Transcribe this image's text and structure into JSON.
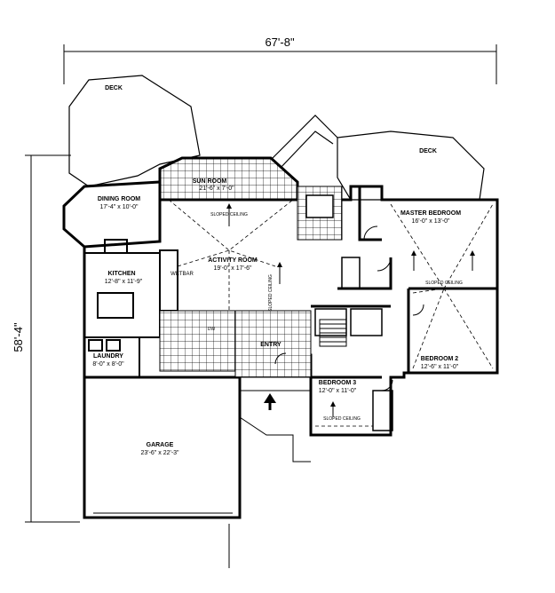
{
  "dimensions": {
    "width": "67'-8\"",
    "depth": "58'-4\""
  },
  "rooms": [
    {
      "name": "DECK",
      "size": ""
    },
    {
      "name": "DECK",
      "size": ""
    },
    {
      "name": "SUN ROOM",
      "size": "21'-6\" x 7'-0\""
    },
    {
      "name": "DINING ROOM",
      "size": "17'-4\" x 10'-0\""
    },
    {
      "name": "ACTIVITY ROOM",
      "size": "19'-0\" x 17'-6\""
    },
    {
      "name": "KITCHEN",
      "size": "12'-8\" x 11'-9\""
    },
    {
      "name": "MASTER BEDROOM",
      "size": "16'-0\" x 13'-0\""
    },
    {
      "name": "BEDROOM 2",
      "size": "12'-6\" x 11'-0\""
    },
    {
      "name": "BEDROOM 3",
      "size": "12'-0\" x 11'-0\""
    },
    {
      "name": "LAUNDRY",
      "size": "8'-0\" x 8'-0\""
    },
    {
      "name": "GARAGE",
      "size": "23'-6\" x 22'-3\""
    },
    {
      "name": "ENTRY",
      "size": ""
    }
  ],
  "annotations": {
    "sloped_ceiling_sun": "SLOPED CEILING",
    "sloped_ceiling_activity": "SLOPED CEILING",
    "sloped_ceiling_master": "SLOPED CEILING",
    "sloped_ceiling_bed3": "SLOPED CEILING",
    "wetbar": "WETBAR",
    "dw": "DW"
  }
}
